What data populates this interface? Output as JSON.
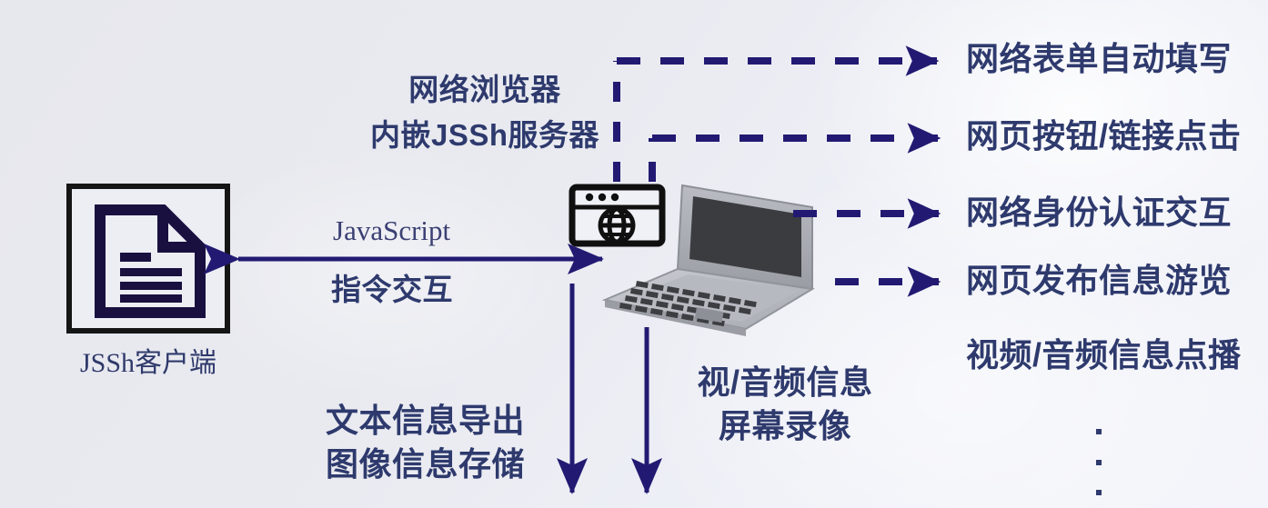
{
  "diagram": {
    "title_colors": {
      "text_navy": "#2e3a6d",
      "arrow_navy": "#221a72",
      "icon_black": "#111111",
      "background_light": "#e8e9ef"
    },
    "nodes": {
      "client": {
        "icon_name": "document-icon",
        "caption": "JSSh客户端"
      },
      "browser": {
        "icon_name": "web-browser-globe-icon",
        "title_line1": "网络浏览器",
        "title_line2": "内嵌JSSh服务器"
      },
      "laptop": {
        "icon_name": "laptop-icon"
      }
    },
    "links": {
      "javascript_label": "JavaScript",
      "command_label": "指令交互"
    },
    "outputs": [
      {
        "label": "网络表单自动填写",
        "arrow": "dashed"
      },
      {
        "label": "网页按钮/链接点击",
        "arrow": "dashed"
      },
      {
        "label": "网络身份认证交互",
        "arrow": "dashed"
      },
      {
        "label": "网页发布信息游览",
        "arrow": "dashed"
      },
      {
        "label": "视频/音频信息点播",
        "arrow": "none"
      }
    ],
    "ellipsis": "⋮",
    "downstream": [
      {
        "line1": "文本信息导出",
        "line2": "图像信息存储"
      },
      {
        "line1": "视/音频信息",
        "line2": "屏幕录像"
      }
    ]
  }
}
